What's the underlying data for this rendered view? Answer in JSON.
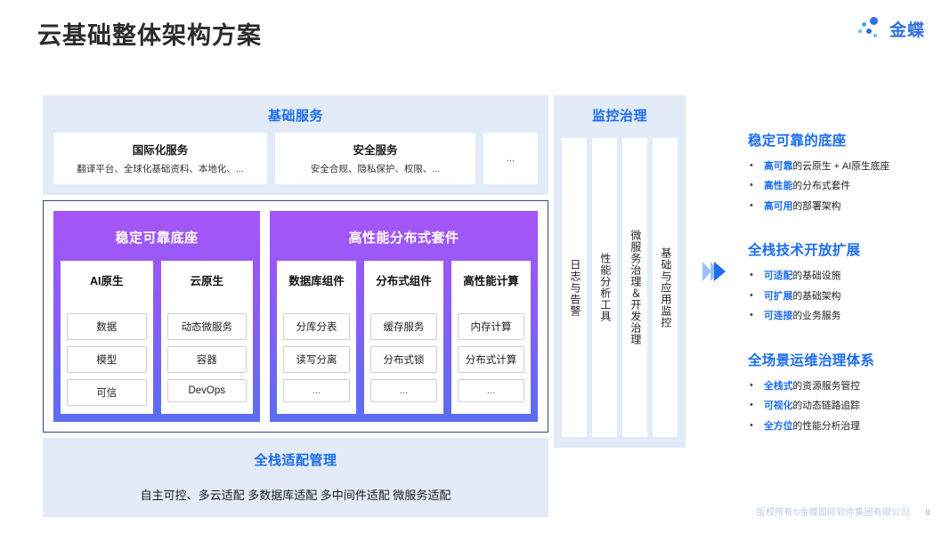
{
  "header": {
    "title": "云基础整体架构方案",
    "logo_text": "金蝶",
    "logo_icon": "kingdee-dots-logo"
  },
  "base_services": {
    "heading": "基础服务",
    "cards": [
      {
        "title": "国际化服务",
        "subtitle": "翻译平台、全球化基础资料、本地化、..."
      },
      {
        "title": "安全服务",
        "subtitle": "安全合规、隐私保护、权限、..."
      },
      {
        "title": "",
        "subtitle": "..."
      }
    ]
  },
  "core": {
    "left": {
      "title": "稳定可靠底座",
      "columns": [
        {
          "title": "AI原生",
          "items": [
            "数据",
            "模型",
            "可信"
          ]
        },
        {
          "title": "云原生",
          "items": [
            "动态微服务",
            "容器",
            "DevOps"
          ]
        }
      ]
    },
    "right": {
      "title": "高性能分布式套件",
      "columns": [
        {
          "title": "数据库组件",
          "items": [
            "分库分表",
            "读写分离",
            "..."
          ]
        },
        {
          "title": "分布式组件",
          "items": [
            "缓存服务",
            "分布式锁",
            "..."
          ]
        },
        {
          "title": "高性能计算",
          "items": [
            "内存计算",
            "分布式计算",
            "..."
          ]
        }
      ]
    }
  },
  "adaptation": {
    "heading": "全栈适配管理",
    "line": "自主可控、多云适配  多数据库适配  多中间件适配 微服务适配"
  },
  "monitor": {
    "heading": "监控治理",
    "columns": [
      "日志与告警",
      "性能分析工具",
      "微服务治理＆开发治理",
      "基础与应用监控"
    ]
  },
  "arrow_icon": "double-chevron-right-icon",
  "benefits": [
    {
      "title": "稳定可靠的底座",
      "bullets": [
        {
          "highlight": "高可靠",
          "rest": "的云原生 + AI原生底座"
        },
        {
          "highlight": "高性能",
          "rest": "的分布式套件"
        },
        {
          "highlight": "高可用",
          "rest": "的部署架构"
        }
      ]
    },
    {
      "title": "全栈技术开放扩展",
      "bullets": [
        {
          "highlight": "可适配",
          "rest": "的基础设施"
        },
        {
          "highlight": "可扩展",
          "rest": "的基础架构"
        },
        {
          "highlight": "可连接",
          "rest": "的业务服务"
        }
      ]
    },
    {
      "title": "全场景运维治理体系",
      "bullets": [
        {
          "highlight": "全栈式",
          "rest": "的资源服务管控"
        },
        {
          "highlight": "可视化",
          "rest": "的动态链路追踪"
        },
        {
          "highlight": "全方位",
          "rest": "的性能分析治理"
        }
      ]
    }
  ],
  "footer": {
    "copyright": "版权所有©金蝶国际软件集团有限公司",
    "page_number": "8"
  },
  "colors": {
    "accent_blue": "#1c6df0",
    "panel_blue": "#e2ebf7",
    "gradient_start": "#a855f7",
    "gradient_end": "#5a6ef2",
    "border_navy": "#2b4a8b"
  }
}
